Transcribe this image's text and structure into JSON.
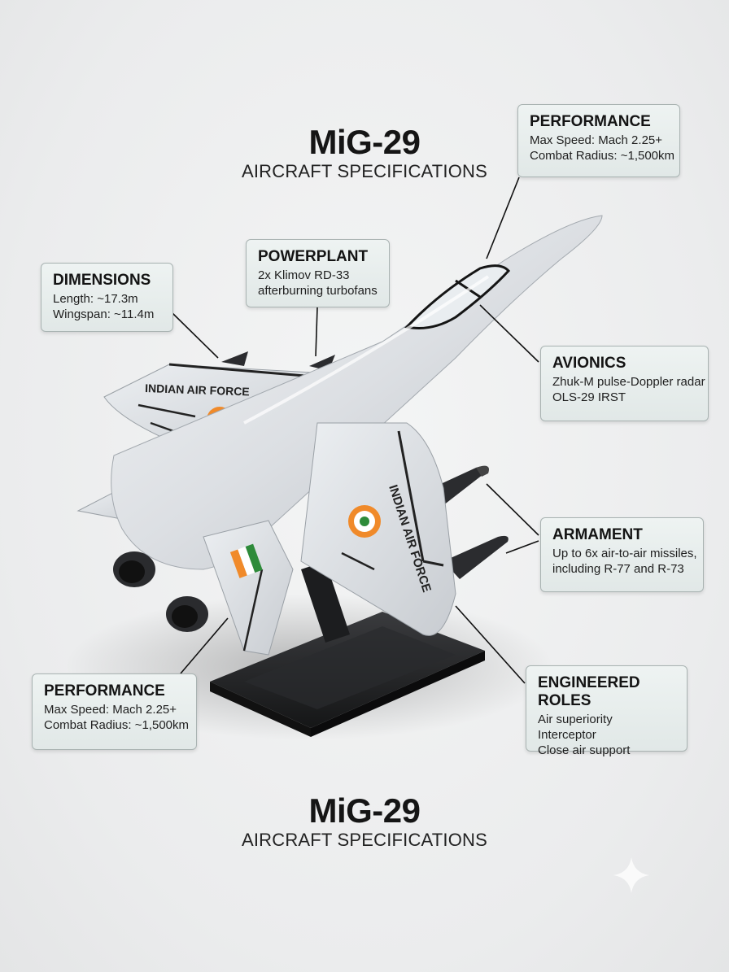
{
  "header": {
    "title": "MiG-29",
    "subtitle": "AIRCRAFT SPECIFICATIONS"
  },
  "footer": {
    "title": "MiG-29",
    "subtitle": "AIRCRAFT SPECIFICATIONS"
  },
  "cards": {
    "performance_top": {
      "title": "PERFORMANCE",
      "lines": [
        "Max Speed: Mach 2.25+",
        "Combat Radius: ~1,500km"
      ]
    },
    "powerplant": {
      "title": "POWERPLANT",
      "lines": [
        "2x Klimov RD-33",
        "afterburning turbofans"
      ]
    },
    "dimensions": {
      "title": "DIMENSIONS",
      "lines": [
        "Length: ~17.3m",
        "Wingspan: ~11.4m"
      ]
    },
    "avionics": {
      "title": "AVIONICS",
      "lines": [
        "Zhuk-M pulse-Doppler radar",
        "OLS-29 IRST"
      ]
    },
    "armament": {
      "title": "ARMAMENT",
      "lines": [
        "Up to 6x air-to-air missiles,",
        "including R-77 and R-73"
      ]
    },
    "performance_bottom": {
      "title": "PERFORMANCE",
      "lines": [
        "Max Speed: Mach 2.25+",
        "Combat Radius: ~1,500km"
      ]
    },
    "roles": {
      "title": "ENGINEERED ROLES",
      "lines": [
        "Air superiority",
        "Interceptor",
        "Close air support"
      ]
    }
  },
  "aircraft": {
    "wing_text_left": "INDIAN AIR FORCE",
    "wing_text_right": "INDIAN AIR FORCE",
    "roundel_colors": [
      "#f08a2a",
      "#ffffff",
      "#2e8b3a"
    ],
    "flag_colors": [
      "#f08a2a",
      "#ffffff",
      "#2e8b3a"
    ],
    "body_color": "#dfe2e6",
    "stand_color": "#1e1f21"
  }
}
